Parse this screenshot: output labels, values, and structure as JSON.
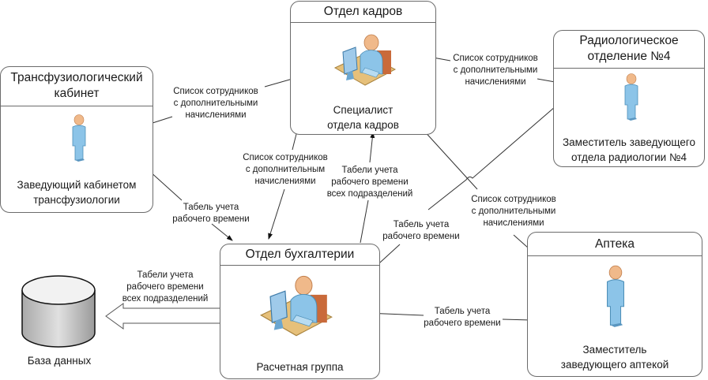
{
  "nodes": {
    "hr": {
      "title": "Отдел кадров",
      "caption": [
        "Специалист",
        "отдела кадров"
      ]
    },
    "transfusion": {
      "title": [
        "Трансфузиологический",
        "кабинет"
      ],
      "caption": [
        "Заведующий кабинетом",
        "трансфузиологии"
      ]
    },
    "radiology": {
      "title": [
        "Радиологическое",
        "отделение №4"
      ],
      "caption": [
        "Заместитель заведующего",
        "отдела радиологии №4"
      ]
    },
    "accounting": {
      "title": "Отдел бухгалтерии",
      "caption": [
        "Расчетная группа"
      ]
    },
    "pharmacy": {
      "title": "Аптека",
      "caption": [
        "Заместитель",
        "заведующего аптекой"
      ]
    },
    "database": {
      "caption": "База данных"
    }
  },
  "flows": {
    "hr_to_transfusion": [
      "Список сотрудников",
      "с дополнительными",
      "начислениями"
    ],
    "hr_to_radiology": [
      "Список сотрудников",
      "с дополнительными",
      "начислениями"
    ],
    "hr_to_accounting": [
      "Список сотрудников",
      "с дополнительным",
      "начислениями"
    ],
    "accounting_to_hr": [
      "Табели учета",
      "рабочего времени",
      "всех подразделений"
    ],
    "hr_to_pharmacy": [
      "Список сотрудников",
      "с дополнительными",
      "начислениями"
    ],
    "transfusion_to_accounting": [
      "Табель учета",
      "рабочего времени"
    ],
    "radiology_to_accounting": [
      "Табель учета",
      "рабочего времени"
    ],
    "pharmacy_to_accounting": [
      "Табель учета",
      "рабочего времени"
    ],
    "accounting_to_database": [
      "Табели учета",
      "рабочего времени",
      "всех подразделений"
    ]
  },
  "icons": {
    "person": "person-standing-icon",
    "worker": "person-at-computer-icon",
    "database": "database-cylinder-icon"
  },
  "colors": {
    "border": "#6b6b6b",
    "person_body": "#8cc4e8",
    "person_head": "#f0b98a",
    "desk": "#e6c07a"
  }
}
